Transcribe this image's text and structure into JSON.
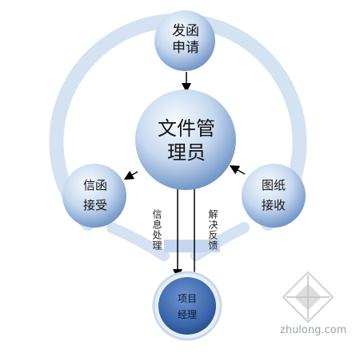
{
  "diagram": {
    "nodes": {
      "send": {
        "label": "发函\n申请"
      },
      "center": {
        "label": "文件管\n理员"
      },
      "letter": {
        "label": "信函\n接受"
      },
      "drawing": {
        "label": "图纸\n接收"
      },
      "manager": {
        "label": "项目\n经理"
      }
    },
    "edges": {
      "info": {
        "label": "信息处理"
      },
      "feedback": {
        "label": "解决反馈"
      }
    }
  },
  "watermark": {
    "text": "zhulong.com"
  },
  "colors": {
    "ring": "#c9d9ec",
    "bubble_light": "#f2f7fd",
    "bubble_mid": "#b9cfe9",
    "bubble_dark": "#2f5f9e",
    "manager_core": "#3a66ab",
    "bridge": "#c5d7ee"
  }
}
